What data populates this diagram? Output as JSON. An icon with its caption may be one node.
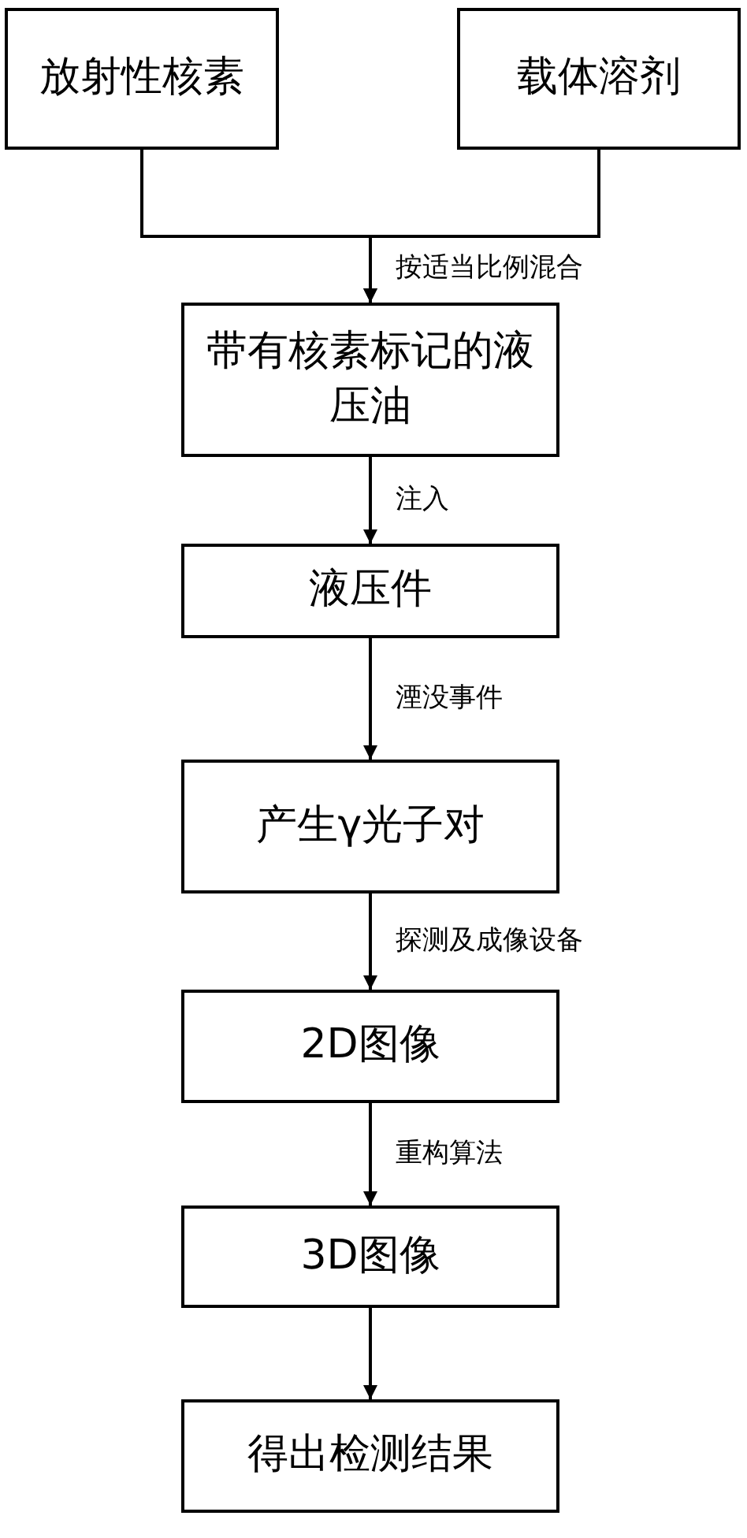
{
  "diagram": {
    "nodes": [
      {
        "text": [
          "放射性核素"
        ]
      },
      {
        "text": [
          "载体溶剂"
        ]
      },
      {
        "text": [
          "带有核素标记的液压油"
        ]
      },
      {
        "text": [
          "液压件"
        ]
      },
      {
        "text": [
          "产生γ光子对"
        ]
      },
      {
        "text": [
          "2D图像"
        ]
      },
      {
        "text": [
          "3D图像"
        ]
      },
      {
        "text": [
          "得出检测结果"
        ]
      }
    ],
    "edges": [
      {
        "from": 0,
        "to": 2,
        "arrow": "to",
        "label": "按适当比例混合"
      },
      {
        "from": 1,
        "to": 2,
        "arrow": "to"
      },
      {
        "from": 2,
        "to": 3,
        "arrow": "to",
        "label": "注入"
      },
      {
        "from": 3,
        "to": 4,
        "arrow": "to",
        "label": "湮没事件"
      },
      {
        "from": 4,
        "to": 5,
        "arrow": "to",
        "label": "探测及成像设备"
      },
      {
        "from": 5,
        "to": 6,
        "arrow": "to",
        "label": "重构算法"
      },
      {
        "from": 6,
        "to": 7,
        "arrow": "to"
      }
    ]
  }
}
